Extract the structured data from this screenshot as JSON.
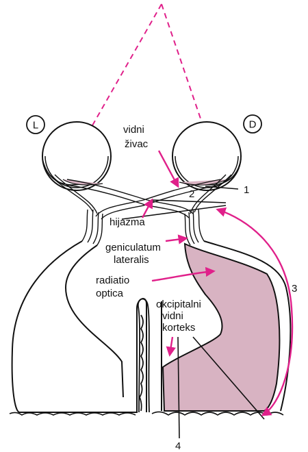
{
  "labels": {
    "eye_left": "L",
    "eye_right": "D",
    "optic_nerve_line1": "vidni",
    "optic_nerve_line2": "živac",
    "chiasm": "hijazma",
    "lgn_line1": "geniculatum",
    "lgn_line2": "lateralis",
    "radiation_line1": "radiatio",
    "radiation_line2": "optica",
    "cortex_line1": "okcipitalni",
    "cortex_line2": "vidni",
    "cortex_line3": "korteks",
    "n1": "1",
    "n2": "2",
    "n3": "3",
    "n4": "4"
  },
  "colors": {
    "pathway_fill": "#d8b3c2",
    "arrow": "#e0208a",
    "dashed_field": "#e0208a",
    "outline": "#111111"
  }
}
